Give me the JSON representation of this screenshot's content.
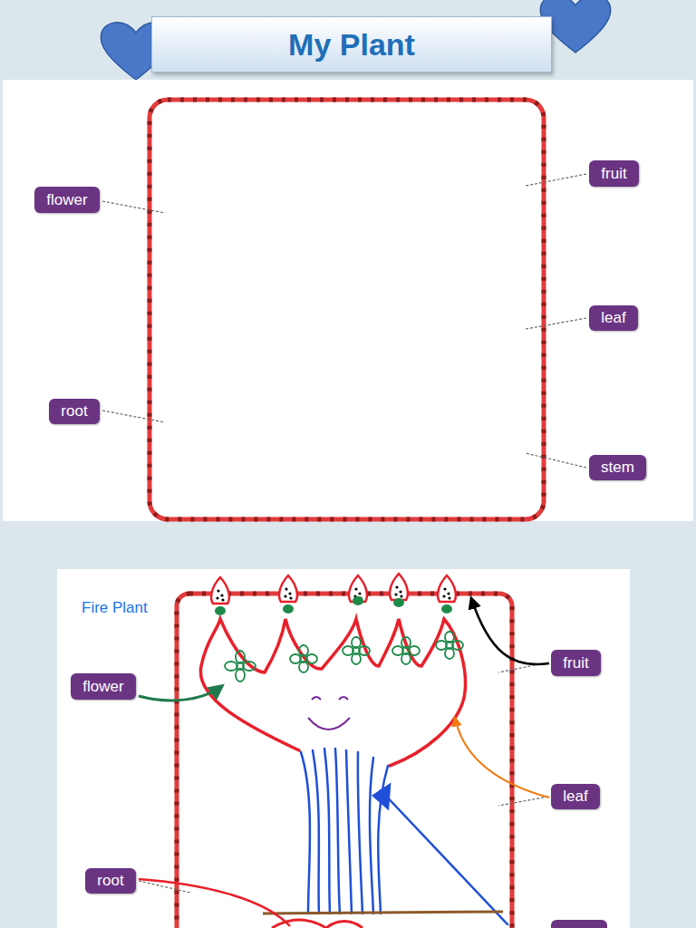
{
  "diagram": {
    "title": "My Plant",
    "nodes": [
      {
        "text": [
          "fruit"
        ]
      },
      {
        "text": [
          "flower"
        ]
      },
      {
        "text": [
          "leaf"
        ]
      },
      {
        "text": [
          "root"
        ]
      },
      {
        "text": [
          "stem"
        ]
      },
      {
        "text": [
          "fruit"
        ]
      },
      {
        "text": [
          "flower"
        ]
      },
      {
        "text": [
          "leaf"
        ]
      },
      {
        "text": [
          "root"
        ]
      }
    ],
    "labels": [
      "Fire Plant"
    ]
  }
}
